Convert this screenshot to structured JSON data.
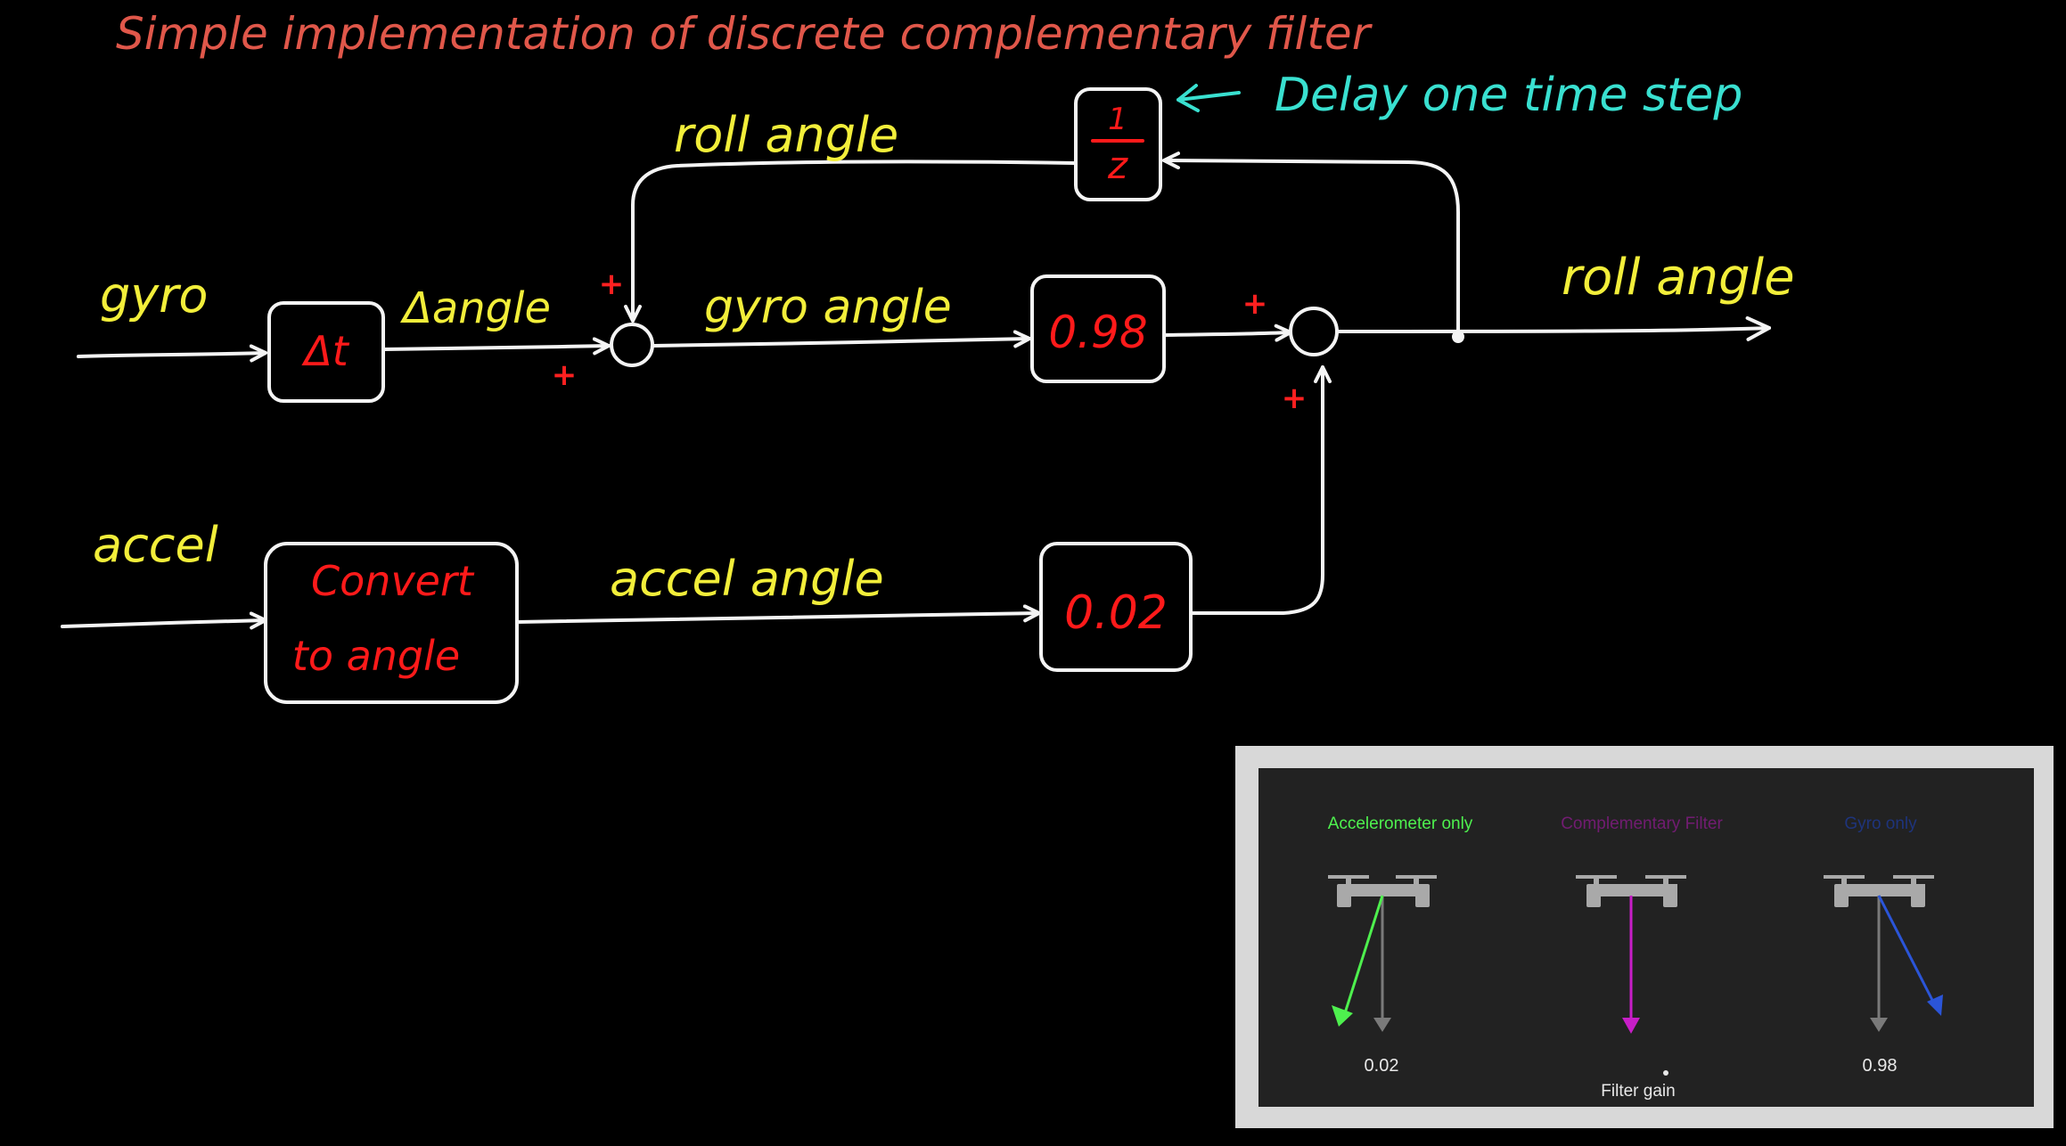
{
  "title": "Simple implementation of discrete complementary filter",
  "colors": {
    "background": "#000000",
    "title": "#e0574a",
    "label": "#f2ee3a",
    "block_text": "#ff1a1a",
    "plus_sign": "#ff2020",
    "annotation": "#39e0d0",
    "line": "#f4f4f4"
  },
  "inputs": {
    "gyro": "gyro",
    "accel": "accel"
  },
  "blocks": {
    "dt": "Δt",
    "delay_num": "1",
    "delay_den": "z",
    "gyro_gain": "0.98",
    "accel_gain": "0.02",
    "convert_line1": "Convert",
    "convert_line2": "to angle"
  },
  "signals": {
    "delta_angle": "Δangle",
    "gyro_angle": "gyro angle",
    "accel_angle": "accel angle",
    "feedback_roll_angle": "roll angle",
    "output_roll_angle": "roll angle"
  },
  "signs": {
    "plus": "+"
  },
  "annotation": {
    "delay": "Delay one time step"
  },
  "inset": {
    "labels": {
      "accelerometer_only": "Accelerometer only",
      "complementary_filter": "Complementary Filter",
      "gyro_only": "Gyro only"
    },
    "colors": {
      "accelerometer_only": "#4ef04e",
      "complementary_filter": "#c81ec8",
      "gyro_only": "#2b55d8",
      "panel": "#222222",
      "frame": "#d8d8d8",
      "drone": "#a9a9a9",
      "gravity": "#7a7a7a"
    },
    "gain_min": "0.02",
    "gain_max": "0.98",
    "gain_label": "Filter gain"
  }
}
